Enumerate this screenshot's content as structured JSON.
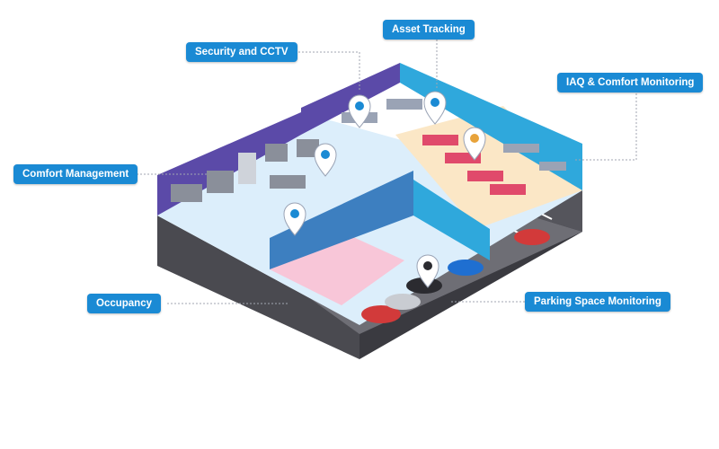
{
  "labels": {
    "security": "Security and CCTV",
    "asset": "Asset Tracking",
    "iaq": "IAQ & Comfort Monitoring",
    "comfort": "Comfort Management",
    "occupancy": "Occupancy",
    "parking": "Parking Space Monitoring"
  },
  "colors": {
    "label_bg": "#1a8ad4",
    "label_text": "#ffffff",
    "wall_purple": "#5b4aa8",
    "wall_blue": "#2fa8dc",
    "floor_blue": "#dceefb",
    "floor_cream": "#fbe7c6",
    "floor_pink": "#f8c6d8",
    "pavement": "#6e6e75",
    "pin": "#ffffff"
  },
  "icons": [
    "location-pin-icon"
  ]
}
